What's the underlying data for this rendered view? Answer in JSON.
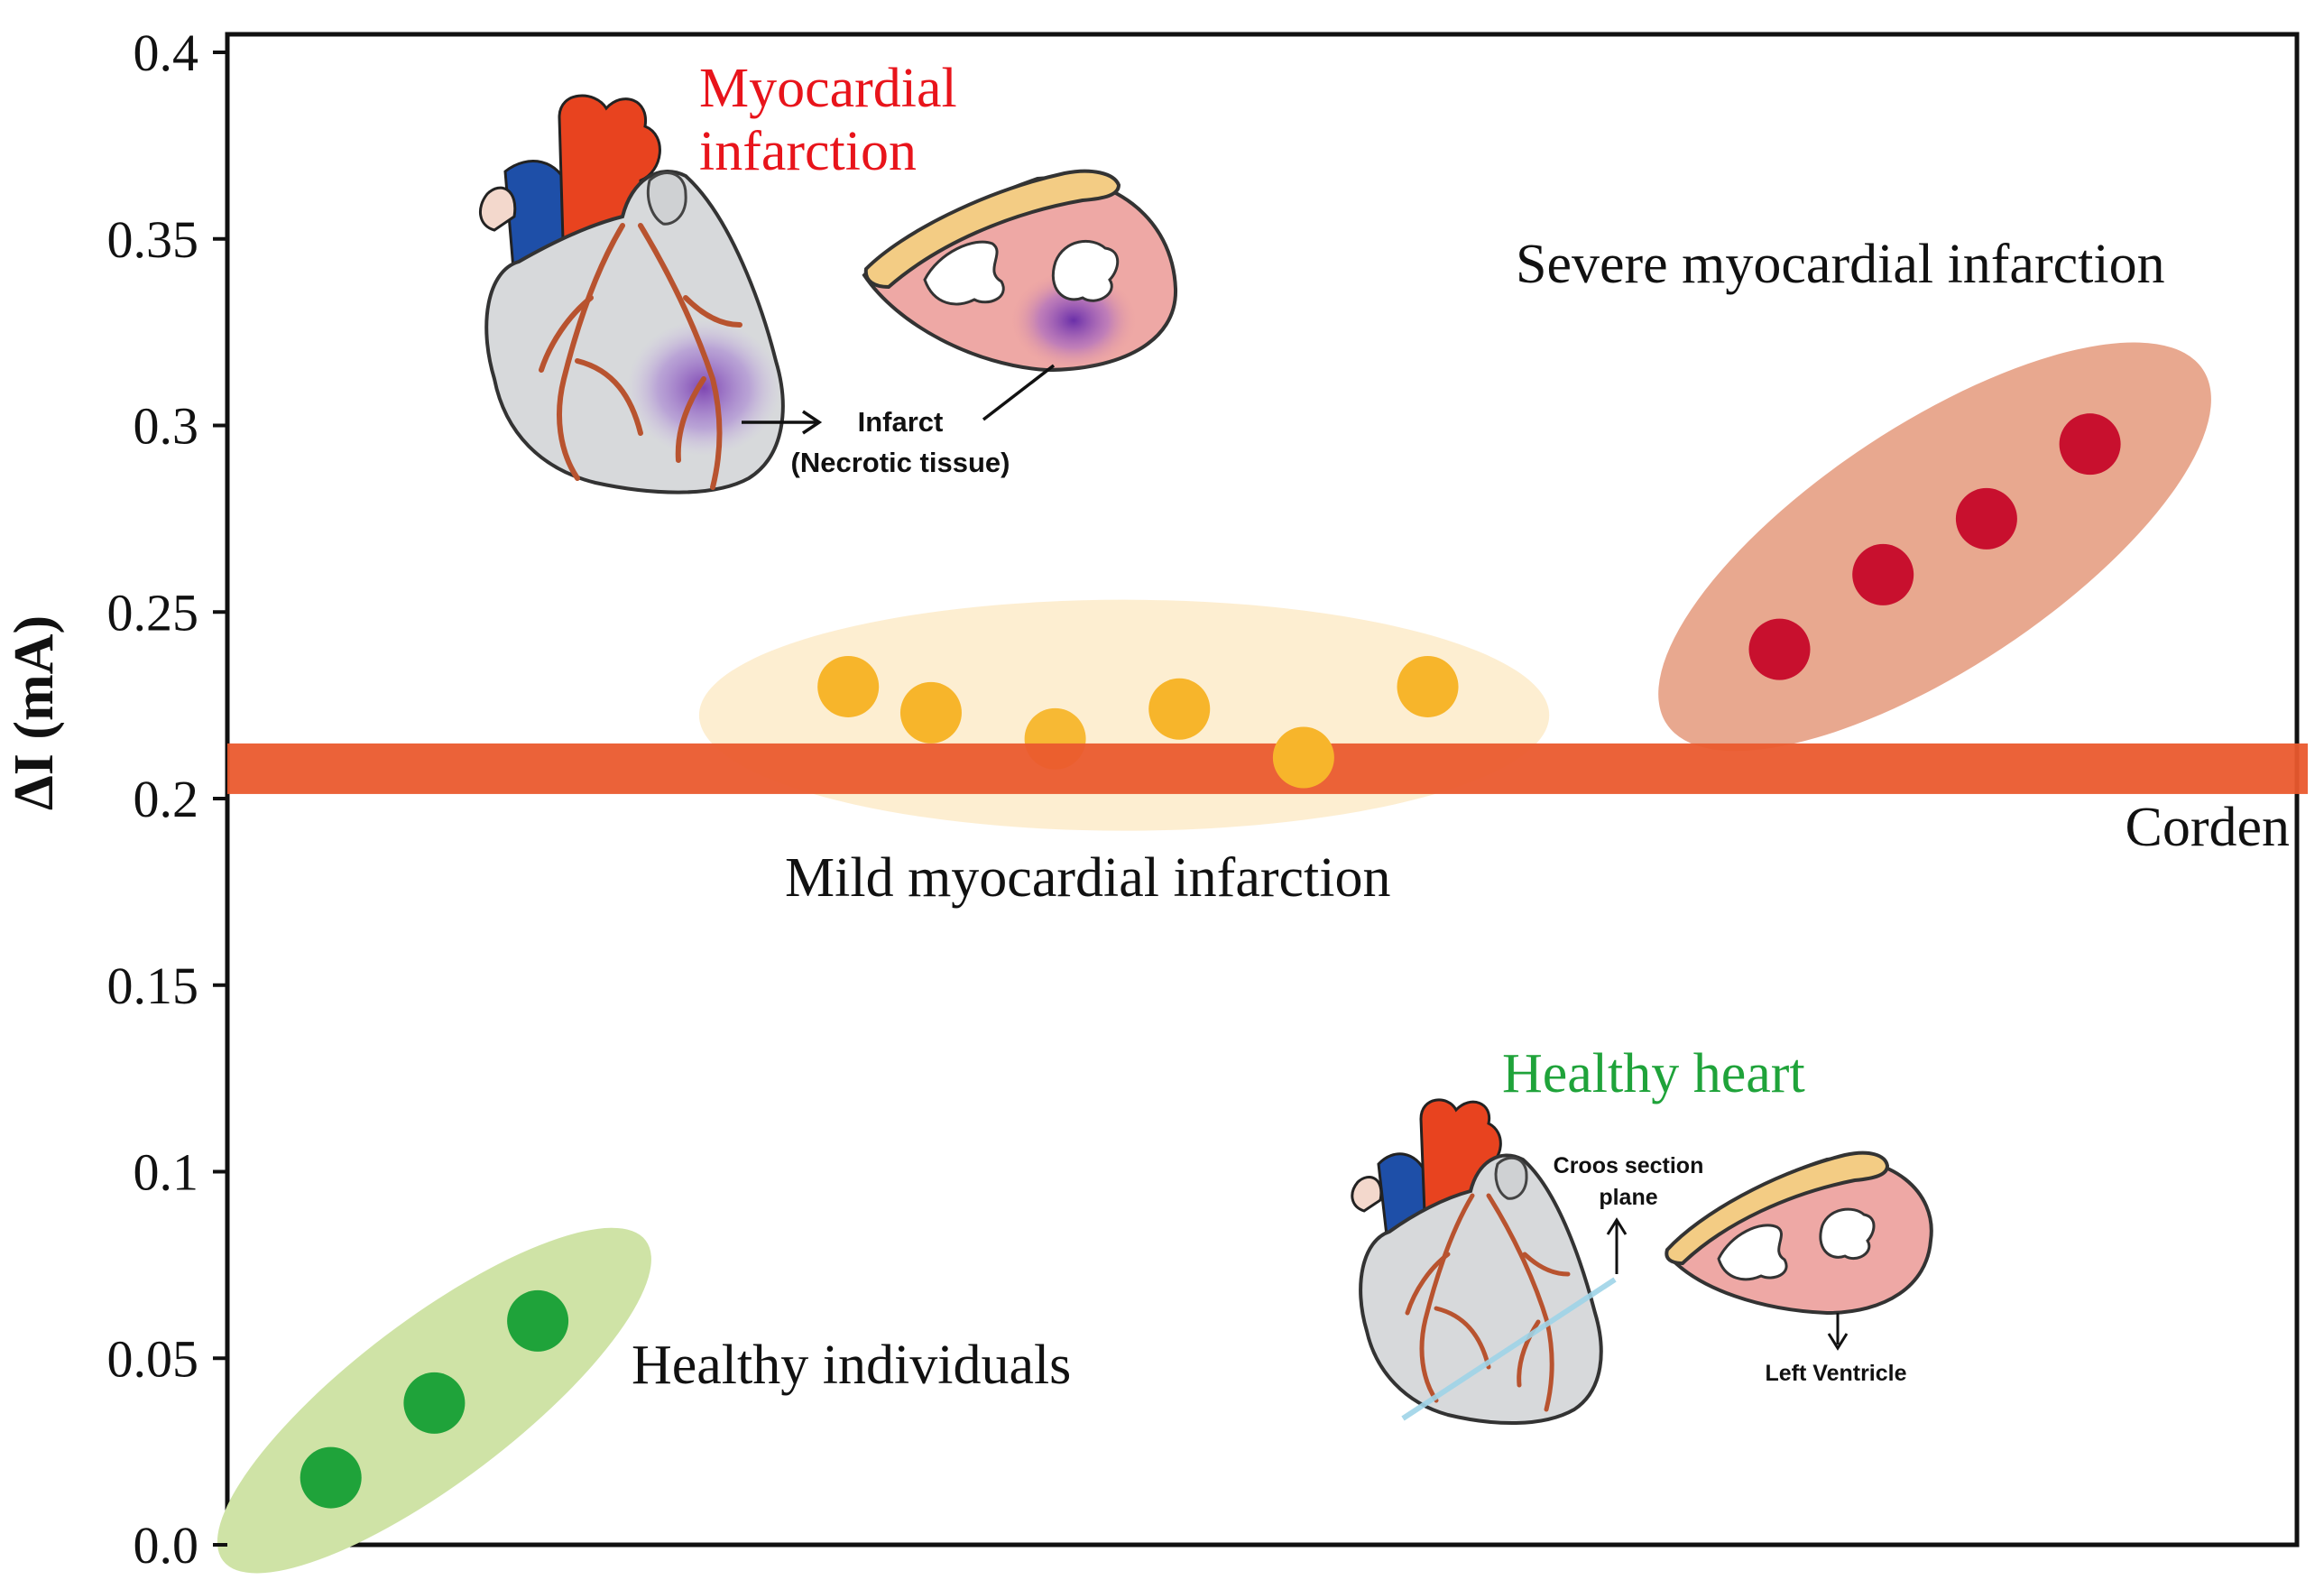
{
  "chart_data": {
    "type": "scatter",
    "ylabel": "ΔI (mA)",
    "xlabel": "",
    "ylim": [
      0.0,
      0.4
    ],
    "yticks": [
      {
        "value": 0.0,
        "label": "0.0"
      },
      {
        "value": 0.05,
        "label": "0.05"
      },
      {
        "value": 0.1,
        "label": "0.1"
      },
      {
        "value": 0.15,
        "label": "0.15"
      },
      {
        "value": 0.2,
        "label": "0.2"
      },
      {
        "value": 0.25,
        "label": "0.25"
      },
      {
        "value": 0.3,
        "label": "0.3"
      },
      {
        "value": 0.35,
        "label": "0.35"
      },
      {
        "value": 0.4,
        "label": "0.4"
      }
    ],
    "grid": false,
    "cutoff": {
      "value": 0.208,
      "label": "Corden",
      "color": "#ea5a2e"
    },
    "series": [
      {
        "name": "Healthy individuals",
        "color": "#1fa33a",
        "region_color": "#cfe3a6",
        "x": [
          0.05,
          0.1,
          0.15
        ],
        "y": [
          0.018,
          0.038,
          0.06
        ]
      },
      {
        "name": "Mild myocardial infarction",
        "color": "#f7b52b",
        "region_color": "#fdebc9",
        "x": [
          0.3,
          0.34,
          0.4,
          0.46,
          0.52,
          0.58
        ],
        "y": [
          0.23,
          0.223,
          0.216,
          0.224,
          0.211,
          0.23
        ]
      },
      {
        "name": "Severe myocardial infarction",
        "color": "#c8102e",
        "region_color": "#e8a88f",
        "x": [
          0.75,
          0.8,
          0.85,
          0.9
        ],
        "y": [
          0.24,
          0.26,
          0.275,
          0.295
        ]
      }
    ]
  },
  "illustrations": {
    "infarct_title": "Myocardial\ninfarction",
    "infarct_title_color": "#e8141b",
    "infarct_label": "Infarct",
    "infarct_sublabel": "(Necrotic tissue)",
    "healthy_title": "Healthy heart",
    "healthy_title_color": "#1fa33a",
    "cross_section_label_1": "Croos section",
    "cross_section_label_2": "plane",
    "left_ventricle_label": "Left Ventricle"
  }
}
